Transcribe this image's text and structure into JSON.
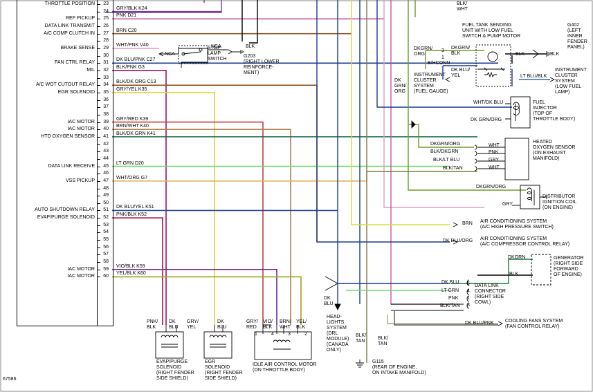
{
  "pcm": {
    "pins": [
      {
        "num": "23",
        "label": "THROTTLE POSITION",
        "wire": "",
        "circuit": ""
      },
      {
        "num": "24",
        "label": "",
        "wire": "GRY/BLK",
        "circuit": "K24"
      },
      {
        "num": "25",
        "label": "REF PICKUP",
        "wire": "PNK",
        "circuit": "D21"
      },
      {
        "num": "26",
        "label": "DATA LINK TRANSMIT",
        "wire": "",
        "circuit": ""
      },
      {
        "num": "27",
        "label": "A/C COMP CLUTCH IN",
        "wire": "BRN",
        "circuit": "C20"
      },
      {
        "num": "28",
        "label": "",
        "wire": "",
        "circuit": ""
      },
      {
        "num": "29",
        "label": "BRAKE SENSE",
        "wire": "WHT/PNK",
        "circuit": "V40"
      },
      {
        "num": "30",
        "label": "",
        "wire": "",
        "circuit": ""
      },
      {
        "num": "31",
        "label": "FAN CTRL RELAY",
        "wire": "DK BLU/PNK",
        "circuit": "C27"
      },
      {
        "num": "32",
        "label": "MIL",
        "wire": "BLK/PNK",
        "circuit": "G3"
      },
      {
        "num": "33",
        "label": "",
        "wire": "",
        "circuit": ""
      },
      {
        "num": "34",
        "label": "A/C WOT CUTOUT RELAY",
        "wire": "BLK/DK ORG",
        "circuit": "C13"
      },
      {
        "num": "35",
        "label": "EGR SOLENOID",
        "wire": "GRY/YEL",
        "circuit": "K35"
      },
      {
        "num": "36",
        "label": "",
        "wire": "",
        "circuit": ""
      },
      {
        "num": "37",
        "label": "",
        "wire": "",
        "circuit": ""
      },
      {
        "num": "38",
        "label": "",
        "wire": "",
        "circuit": ""
      },
      {
        "num": "39",
        "label": "IAC MOTOR",
        "wire": "GRY/RED",
        "circuit": "K39"
      },
      {
        "num": "40",
        "label": "IAC MOTOR",
        "wire": "BRN/WHT",
        "circuit": "K40"
      },
      {
        "num": "41",
        "label": "HTD OXYGEN SENSOR",
        "wire": "BLK/DK GRN",
        "circuit": "K41"
      },
      {
        "num": "42",
        "label": "",
        "wire": "",
        "circuit": ""
      },
      {
        "num": "43",
        "label": "",
        "wire": "",
        "circuit": ""
      },
      {
        "num": "44",
        "label": "",
        "wire": "",
        "circuit": ""
      },
      {
        "num": "45",
        "label": "DATA LINK RECEIVE",
        "wire": "LT GRN",
        "circuit": "D20"
      },
      {
        "num": "46",
        "label": "",
        "wire": "",
        "circuit": ""
      },
      {
        "num": "47",
        "label": "VSS PICKUP",
        "wire": "WHT/ORG",
        "circuit": "G7"
      },
      {
        "num": "48",
        "label": "",
        "wire": "",
        "circuit": ""
      },
      {
        "num": "49",
        "label": "",
        "wire": "",
        "circuit": ""
      },
      {
        "num": "50",
        "label": "",
        "wire": "",
        "circuit": ""
      },
      {
        "num": "51",
        "label": "AUTO SHUTDOWN RELAY",
        "wire": "DK BLU/YEL",
        "circuit": "K51"
      },
      {
        "num": "52",
        "label": "EVAP/PURGE SOLENOID",
        "wire": "PNK/BLK",
        "circuit": "K52"
      },
      {
        "num": "53",
        "label": "",
        "wire": "",
        "circuit": ""
      },
      {
        "num": "54",
        "label": "",
        "wire": "",
        "circuit": ""
      },
      {
        "num": "55",
        "label": "",
        "wire": "",
        "circuit": ""
      },
      {
        "num": "56",
        "label": "",
        "wire": "",
        "circuit": ""
      },
      {
        "num": "57",
        "label": "",
        "wire": "",
        "circuit": ""
      },
      {
        "num": "58",
        "label": "",
        "wire": "",
        "circuit": ""
      },
      {
        "num": "59",
        "label": "IAC MOTOR",
        "wire": "VIO/BLK",
        "circuit": "K59"
      },
      {
        "num": "60",
        "label": "IAC MOTOR",
        "wire": "YEL/BLK",
        "circuit": "K60"
      }
    ]
  },
  "components": {
    "stop_lamp_switch": "STOP\nLAMP\nSWITCH",
    "nca": "NCA",
    "nca2": "NCA",
    "stop_blk": "BLK",
    "g203": "G203\n(RIGHT LOWER\nREINFORCE-\nMENT)",
    "blk_wht_top": "BLK/\nWHT",
    "fuel_tank": "FUEL TANK SENDING\nUNIT WITH LOW FUEL\nSWITCH & PUMP MOTOR",
    "g402": "G402\n(LEFT\nINNER\nFENDER\nPANEL)",
    "dkgrn_org_a": "DKGRN/\nORG",
    "dkgrn_blk": "DKGRN/\nBLK",
    "pin3": "3",
    "pin1": "1",
    "b_hconn": "B/HCONN",
    "fuel_blk1": "BLK",
    "fuel_blk2": "BLK",
    "dk_blu_yel": "DK BLU/\nYEL",
    "lt_blu_blk": "LT BLU/BLK",
    "cluster_gauge": "INSTRUMENT\nCLUSTER\nSYSTEM\n(FUEL GAUGE)",
    "cluster_lamp": "INSTRUMENT\nCLUSTER\nSYSTEM\n(LOW FUEL\nLAMP)",
    "dk_grn_org_v": "DK\nGRN/\nORG",
    "injector": "FUEL\nINJECTOR\n(TOP OF\nTHROTTLE BODY)",
    "inj_w1": "WHT/DK BLU",
    "inj_w2": "DK GRN/ORG",
    "o2_sensor": "HEATED\nOXYGEN SENSOR\n(ON EXHAUST\nMANIFOLD)",
    "o2_w1": "DKGRN/ORG",
    "o2_w2": "BLK/DKGRN",
    "o2_w3": "BLK/LT BLU",
    "o2_w4": "BLK/TAN",
    "o2_c1": "WHT",
    "o2_c2": "PNK",
    "o2_c3": "GRY",
    "o2_c4": "WHT",
    "coil": "DISTRIBUTOR\nIGNITION COIL\n(ON ENGINE)",
    "coil_w1": "DKGRN/ORG",
    "coil_w2": "GRY",
    "ac_high": "AIR CONDITIONING SYSTEM\n(A/C HIGH PRESSURE SWITCH)",
    "ac_high_wire": "BRN",
    "ac_relay": "AIR CONDITIONING SYSTEM\n(A/C COMPRESSOR CONTROL RELAY)",
    "ac_relay_wire": "DK BLU/ORG",
    "generator": "GENERATOR\n(RIGHT SIDE\nFORWARD\nOF ENGINE)",
    "gen_w1": "DKGRN",
    "gen_w2": "BLK",
    "dlc": "DATA LINK\nCONNECTOR\n(RIGHT SIDE\nCOWL)",
    "dlc_w1": "DK BLU",
    "dlc_w2": "LT GRN",
    "dlc_w3": "PNK",
    "dlc_w4": "BLK/TAN",
    "dlc_p5": "5",
    "dlc_p4": "4",
    "dlc_p1": "1",
    "dlc_p3": "3",
    "fans": "COOLING FANS SYSTEM\n(FAN CONTROL RELAY)",
    "fans_wire": "DK BLU/PNK",
    "headlights": "HEAD-\nLIGHTS\nSYSTEM\n(DRL\nMODULE)\n(CANADA\nONLY)",
    "dk_blu_v": "DK\nBLU",
    "blk_tan_1": "BLK/\nTAN",
    "blk_tan_2": "BLK/\nTAN",
    "g115": "G115\n(REAR OF ENGINE,\nON INTAKE MANIFOLD)",
    "evap_sol": "EVAP/PURGE\nSOLENOID\n(RIGHT FENDER\nSIDE SHIELD)",
    "evap_w1": "PNK/\nBLK",
    "evap_w2": "DK\nBLU",
    "egr_sol": "EGR\nSOLENOID\n(RIGHT FENDER\nSIDE SHIELD)",
    "egr_w1": "GRY/\nYEL",
    "egr_w2": "DK\nBLU",
    "iac": "IDLE AIR CONTROL MOTOR\n(ON THROTTLE BODY)",
    "iac_w1": "GRY/\nRED",
    "iac_w2": "VIO/\nBLK",
    "iac_w3": "BRN/\nWHT",
    "iac_w4": "YEL/\nBLK",
    "iac_p1": "1",
    "iac_p4": "4",
    "iac_p3": "3",
    "iac_p2": "2",
    "figure_id": "67586"
  },
  "colors": {
    "gry_blk": "#7a3a9a",
    "pnk": "#c05aa6",
    "brn": "#8a5a2a",
    "wht_pnk": "#e0a0c8",
    "dk_blu_pnk": "#1a3a8a",
    "blk_pnk": "#a01060",
    "blk_dk_org": "#8a4a10",
    "gry_yel": "#d8d840",
    "gry_red": "#c04040",
    "brn_wht": "#b08050",
    "blk_dk_grn": "#1a6a4a",
    "lt_grn": "#70d870",
    "wht_org": "#e0b060",
    "dk_blu_yel": "#2a4a8a",
    "pnk_blk": "#a01040",
    "vio_blk": "#6a2a8a",
    "yel_blk": "#a0a020",
    "dk_grn_org": "#6a9a2a",
    "blk_lt_blu": "#1a8a9a",
    "blk_tan": "#7a7a40",
    "lt_blu_blk": "#2a6aaa",
    "dk_grn": "#1a7a3a",
    "gry": "#a0a0a0"
  }
}
